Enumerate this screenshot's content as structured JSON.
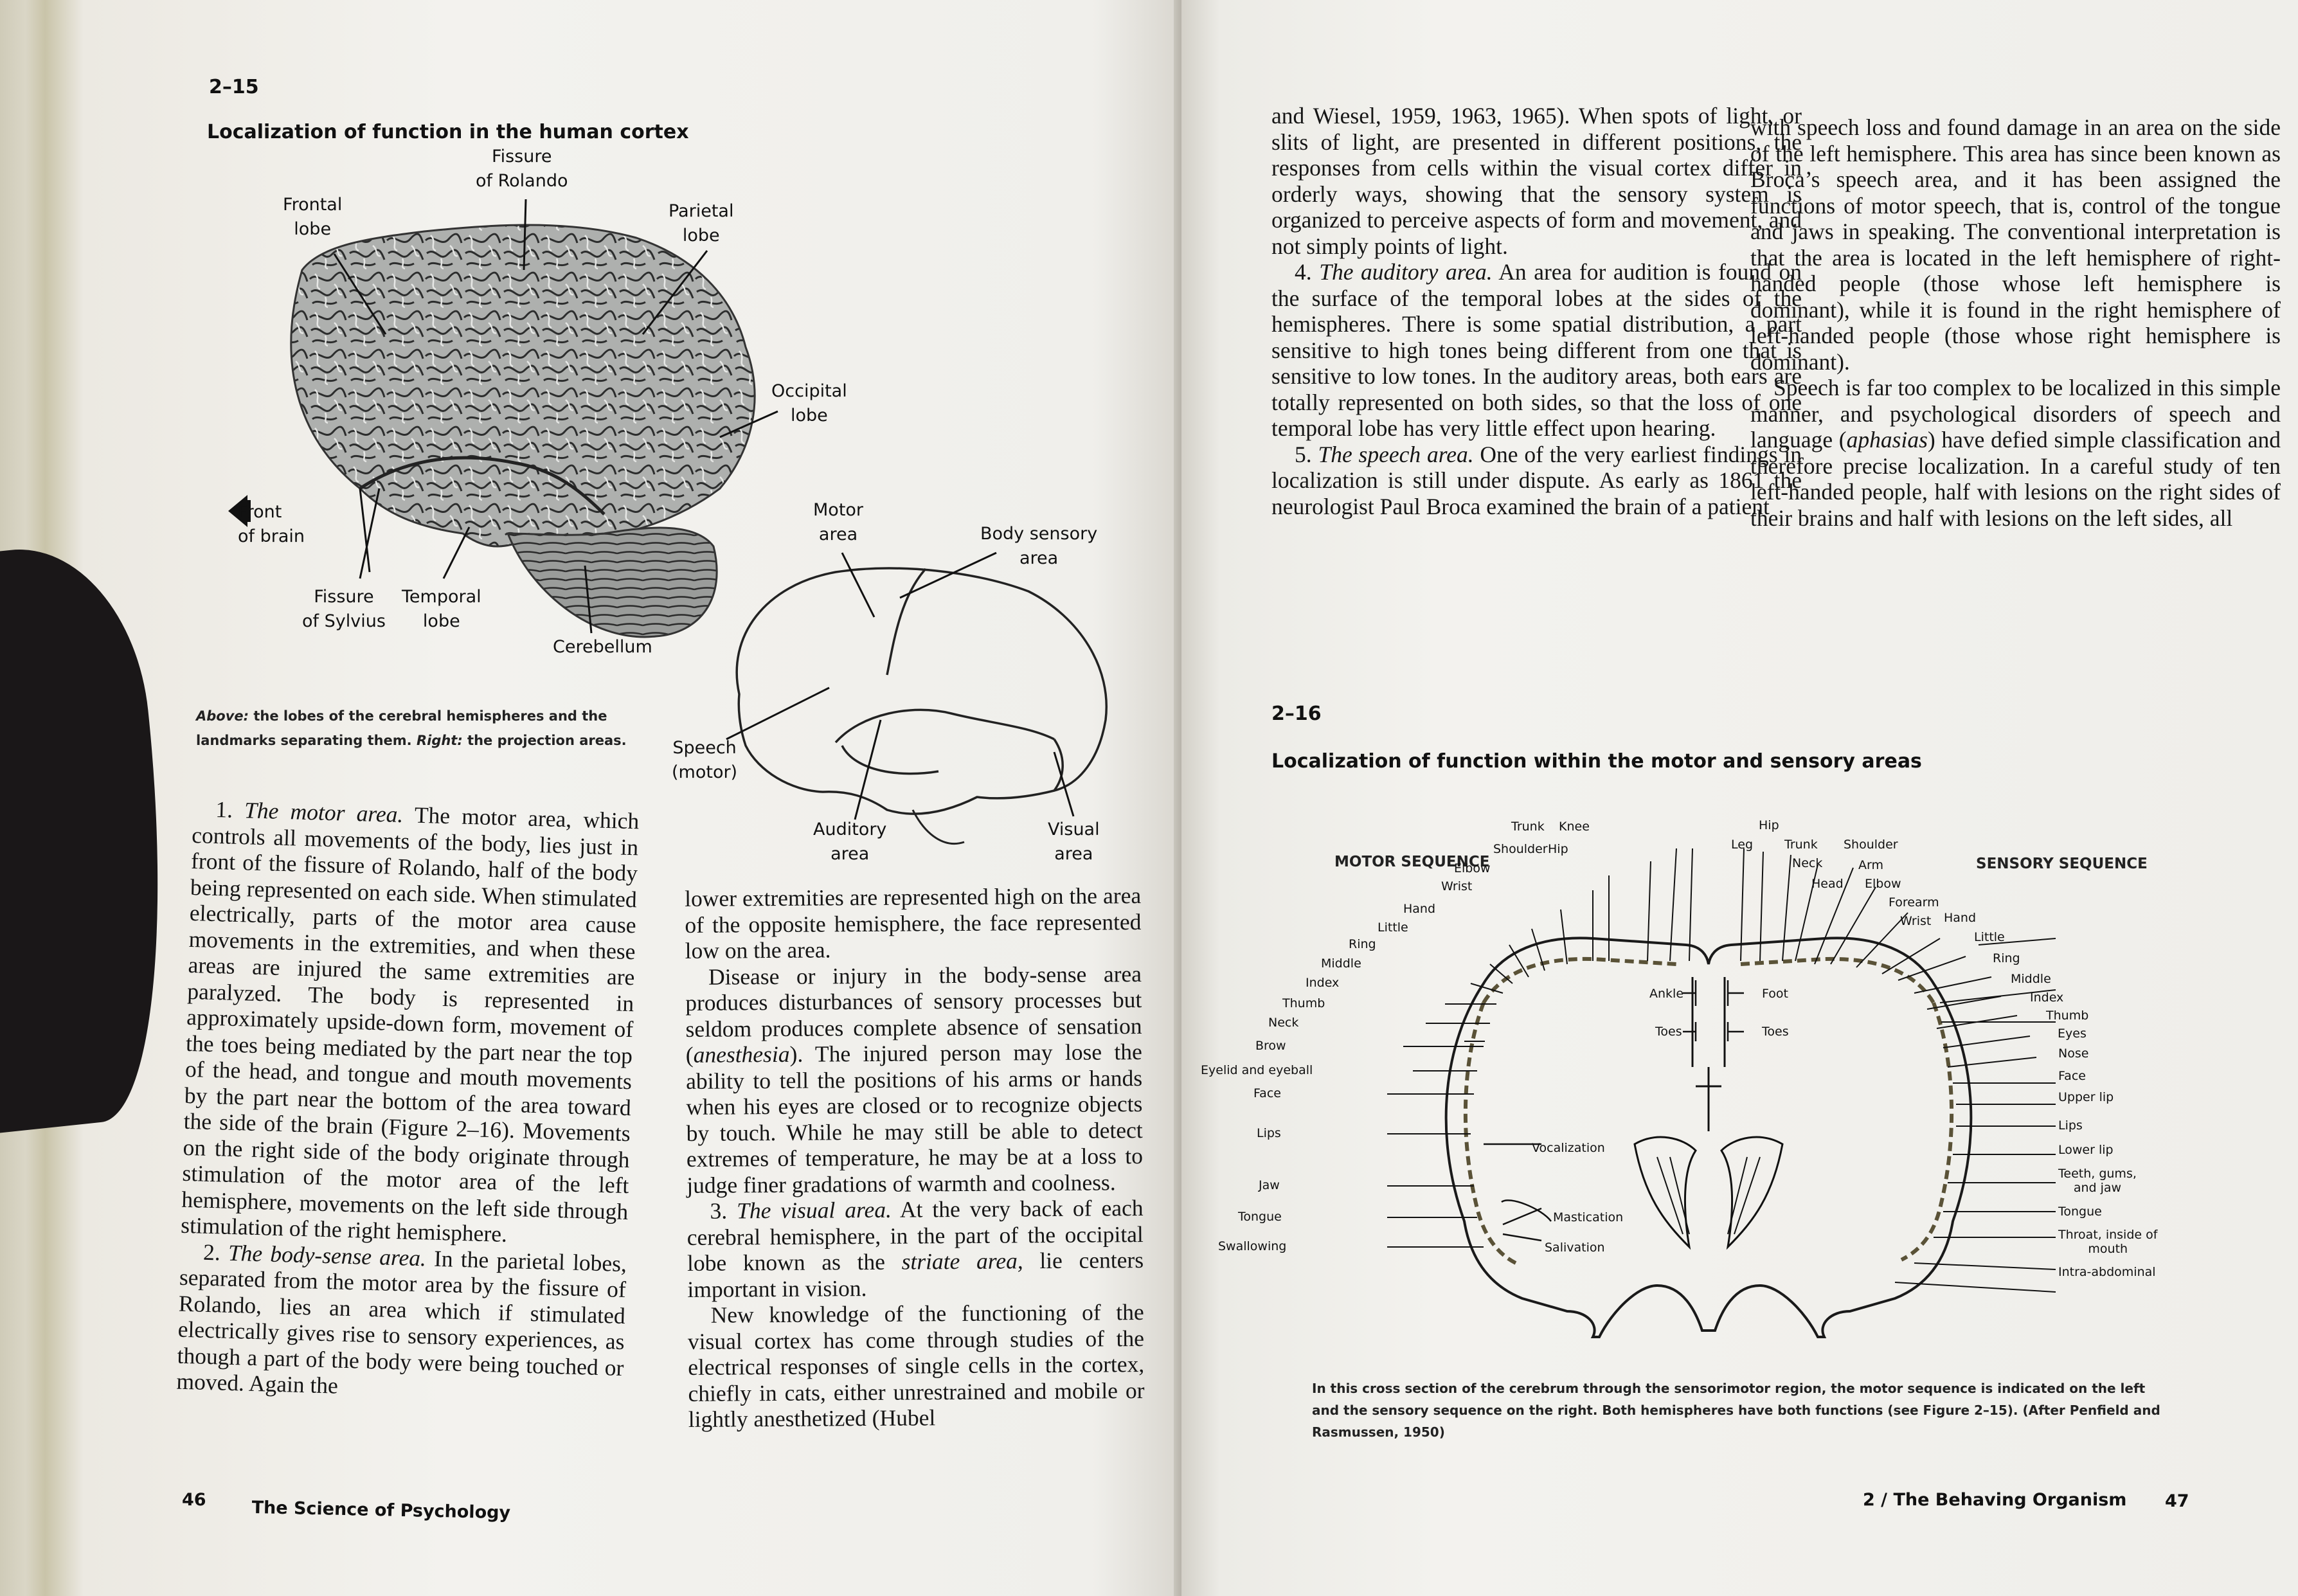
{
  "left_page": {
    "figure": {
      "number": "2–15",
      "title": "Localization of function in the human cortex",
      "labels": {
        "fissure_rolando": "Fissure\nof Rolando",
        "frontal_lobe": "Frontal\nlobe",
        "parietal_lobe": "Parietal\nlobe",
        "occipital_lobe": "Occipital\nlobe",
        "front_of_brain": "Front\nof brain",
        "fissure_sylvius": "Fissure\nof Sylvius",
        "temporal_lobe": "Temporal\nlobe",
        "cerebellum": "Cerebellum",
        "motor_area": "Motor\narea",
        "body_sensory_area": "Body sensory\narea",
        "speech_motor": "Speech\n(motor)",
        "auditory_area": "Auditory\narea",
        "visual_area": "Visual\narea"
      },
      "caption_label_above": "Above:",
      "caption_text_1": " the lobes of the cerebral hemispheres and the landmarks separating them. ",
      "caption_label_right": "Right:",
      "caption_text_2": " the projection areas."
    },
    "col1": {
      "p1_num": "1. ",
      "p1_title": "The motor area.",
      "p1_text": " The motor area, which controls all movements of the body, lies just in front of the fissure of Rolando, half of the body being represented on each side. When stimulated electrically, parts of the motor area cause movements in the extremities, and when these areas are injured the same extremities are paralyzed. The body is represented in approximately upside-down form, movement of the toes being mediated by the part near the top of the head, and tongue and mouth movements by the part near the bottom of the area toward the side of the brain (Figure 2–16). Movements on the right side of the body originate through stimulation of the motor area of the left hemisphere, movements on the left side through stimulation of the right hemisphere.",
      "p2_num": "2. ",
      "p2_title": "The body-sense area.",
      "p2_text": " In the parietal lobes, separated from the motor area by the fissure of Rolando, lies an area which if stimulated electrically gives rise to sensory experiences, as though a part of the body were being touched or moved. Again the"
    },
    "col2": {
      "p1_text": "lower extremities are represented high on the area of the opposite hemisphere, the face represented low on the area.",
      "p2_a": "Disease or injury in the body-sense area produces disturbances of sensory processes but seldom produces complete absence of sensation (",
      "p2_italic": "anesthesia",
      "p2_b": "). The injured person may lose the ability to tell the positions of his arms or hands when his eyes are closed or to recognize objects by touch. While he may still be able to detect extremes of temperature, he may be at a loss to judge finer gradations of warmth and coolness.",
      "p3_num": "3. ",
      "p3_title": "The visual area.",
      "p3_a": " At the very back of each cerebral hemisphere, in the part of the occipital lobe known as the ",
      "p3_italic": "striate area,",
      "p3_b": " lie centers important in vision.",
      "p4_text": "New knowledge of the functioning of the visual cortex has come through studies of the electrical responses of single cells in the cortex, chiefly in cats, either unrestrained and mobile or lightly anesthetized (Hubel"
    },
    "folio_number": "46",
    "folio_title": "The Science of Psychology"
  },
  "right_page": {
    "col1": {
      "p1_text": "and Wiesel, 1959, 1963, 1965). When spots of light, or slits of light, are presented in different positions, the responses from cells within the visual cortex differ in orderly ways, showing that the sensory system is organized to perceive aspects of form and movement, and not simply points of light.",
      "p2_num": "4. ",
      "p2_title": "The auditory area.",
      "p2_text": " An area for audition is found on the surface of the temporal lobes at the sides of the hemispheres. There is some spatial distribution, a part sensitive to high tones being different from one that is sensitive to low tones. In the auditory areas, both ears are totally represented on both sides, so that the loss of one temporal lobe has very little effect upon hearing.",
      "p3_num": "5. ",
      "p3_title": "The speech area.",
      "p3_text": " One of the very earliest findings in localization is still under dispute. As early as 1861 the neurologist Paul Broca examined the brain of a patient"
    },
    "col2": {
      "p1_text": "with speech loss and found damage in an area on the side of the left hemisphere. This area has since been known as Broca’s speech area, and it has been assigned the functions of motor speech, that is, control of the tongue and jaws in speaking. The conventional interpretation is that the area is located in the left hemisphere of right-handed people (those whose left hemisphere is dominant), while it is found in the right hemisphere of left-handed people (those whose right hemisphere is dominant).",
      "p2_a": "Speech is far too complex to be localized in this simple manner, and psychological disorders of speech and language (",
      "p2_italic": "aphasias",
      "p2_b": ") have defied simple classification and therefore precise localization. In a careful study of ten left-handed people, half with lesions on the right sides of their brains and half with lesions on the left sides, all"
    },
    "figure": {
      "number": "2–16",
      "title": "Localization of function within the motor and sensory areas",
      "motor_sequence": "MOTOR SEQUENCE",
      "sensory_sequence": "SENSORY SEQUENCE",
      "motor_labels": [
        "Swallowing",
        "Tongue",
        "Jaw",
        "Lips",
        "Face",
        "Eyelid and eyeball",
        "Brow",
        "Neck",
        "Thumb",
        "Index",
        "Middle",
        "Ring",
        "Little",
        "Hand",
        "Wrist",
        "Elbow",
        "Shoulder",
        "Trunk",
        "Hip",
        "Knee",
        "Ankle",
        "Toes"
      ],
      "sensory_labels": [
        "Hip",
        "Leg",
        "Trunk",
        "Neck",
        "Head",
        "Shoulder",
        "Arm",
        "Elbow",
        "Forearm",
        "Wrist",
        "Hand",
        "Little",
        "Ring",
        "Middle",
        "Index",
        "Thumb",
        "Eyes",
        "Nose",
        "Face",
        "Upper lip",
        "Lips",
        "Lower lip",
        "Teeth, gums,\nand jaw",
        "Tongue",
        "Throat, inside of\nmouth",
        "Intra-abdominal",
        "Foot",
        "Toes"
      ],
      "inner_labels": {
        "vocalization": "Vocalization",
        "mastication": "Mastication",
        "salivation": "Salivation"
      },
      "caption": "In this cross section of the cerebrum through the sensorimotor region, the motor sequence is indicated on the left and the sensory sequence on the right. Both hemispheres have both functions (see Figure 2–15). (After Penfield and Rasmussen, 1950)"
    },
    "folio_title": "2 / The Behaving Organism",
    "folio_number": "47"
  }
}
